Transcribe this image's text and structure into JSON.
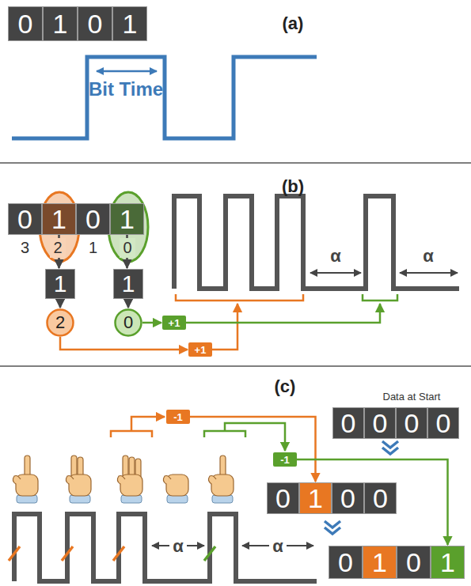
{
  "diagram": {
    "nodes": [
      {
        "text": [
          "0"
        ]
      },
      {
        "text": [
          "1"
        ]
      },
      {
        "text": [
          "0"
        ]
      },
      {
        "text": [
          "1"
        ]
      },
      {
        "text": [
          "0"
        ]
      },
      {
        "text": [
          "1"
        ]
      },
      {
        "text": [
          "0"
        ]
      },
      {
        "text": [
          "1"
        ]
      },
      {
        "text": [
          "1"
        ]
      },
      {
        "text": [
          "1"
        ]
      },
      {
        "text": [
          "2"
        ]
      },
      {
        "text": [
          "0"
        ]
      },
      {
        "text": [
          "+1"
        ]
      },
      {
        "text": [
          "+1"
        ]
      },
      {
        "text": [
          "-1"
        ]
      },
      {
        "text": [
          "-1"
        ]
      },
      {
        "text": [
          "0"
        ]
      },
      {
        "text": [
          "0"
        ]
      },
      {
        "text": [
          "0"
        ]
      },
      {
        "text": [
          "0"
        ]
      },
      {
        "text": [
          "0"
        ]
      },
      {
        "text": [
          "1"
        ]
      },
      {
        "text": [
          "0"
        ]
      },
      {
        "text": [
          "0"
        ]
      },
      {
        "text": [
          "0"
        ]
      },
      {
        "text": [
          "1"
        ]
      },
      {
        "text": [
          "0"
        ]
      },
      {
        "text": [
          "1"
        ]
      }
    ],
    "edges": [
      {
        "from": 5,
        "to": 8,
        "arrow": "to"
      },
      {
        "from": 7,
        "to": 9,
        "arrow": "to"
      },
      {
        "from": 8,
        "to": 10,
        "arrow": "to"
      },
      {
        "from": 9,
        "to": 11,
        "arrow": "to"
      },
      {
        "from": 11,
        "to": 12,
        "arrow": "to"
      },
      {
        "from": 10,
        "to": 13,
        "arrow": "to"
      },
      {
        "from": 14,
        "to": 21,
        "arrow": "to"
      },
      {
        "from": 15,
        "to": 27,
        "arrow": "to"
      }
    ],
    "labels": [
      "(a)",
      "Bit Time",
      "(b)",
      "3",
      "2",
      "1",
      "0",
      "α",
      "α",
      "(c)",
      "Data at Start",
      "α",
      "α"
    ]
  }
}
